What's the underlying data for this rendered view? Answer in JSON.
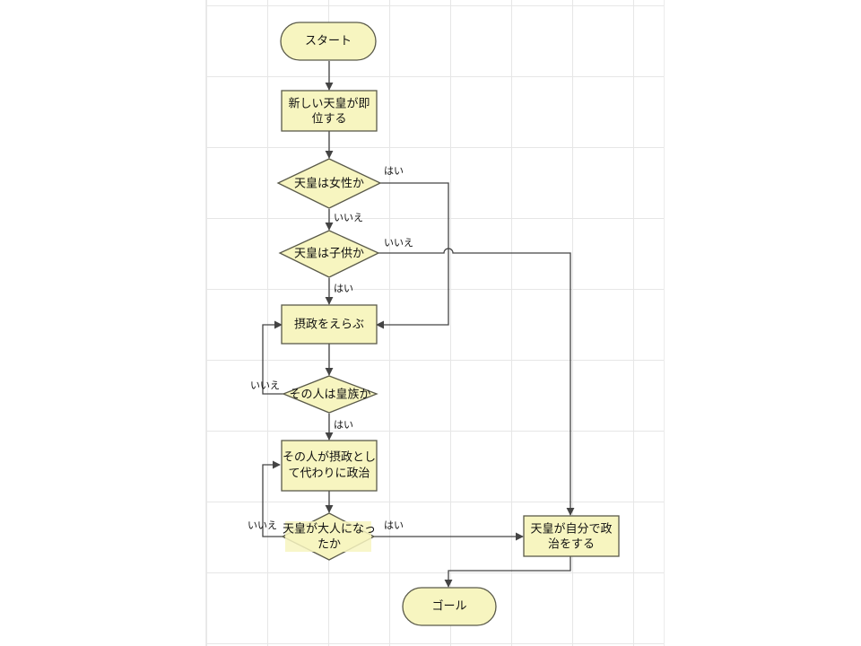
{
  "nodes": {
    "start": "スタート",
    "enthrone": [
      "新しい天皇が即",
      "位する"
    ],
    "is_female": "天皇は女性か",
    "is_child": "天皇は子供か",
    "choose_regent": "摂政をえらぶ",
    "is_royal": "その人は皇族か",
    "regent_rules": [
      "その人が摂政とし",
      "て代わりに政治"
    ],
    "is_adult": [
      "天皇が大人になっ",
      "たか"
    ],
    "emperor_rules": [
      "天皇が自分で政",
      "治をする"
    ],
    "goal": "ゴール"
  },
  "edge_labels": {
    "female_yes": "はい",
    "female_no": "いいえ",
    "child_no": "いいえ",
    "child_yes": "はい",
    "royal_no": "いいえ",
    "royal_yes": "はい",
    "adult_no": "いいえ",
    "adult_yes": "はい"
  },
  "colors": {
    "node_fill": "#f7f5c0",
    "node_stroke": "#5a5a4a",
    "edge": "#444444",
    "grid": "#e6e6e6"
  }
}
